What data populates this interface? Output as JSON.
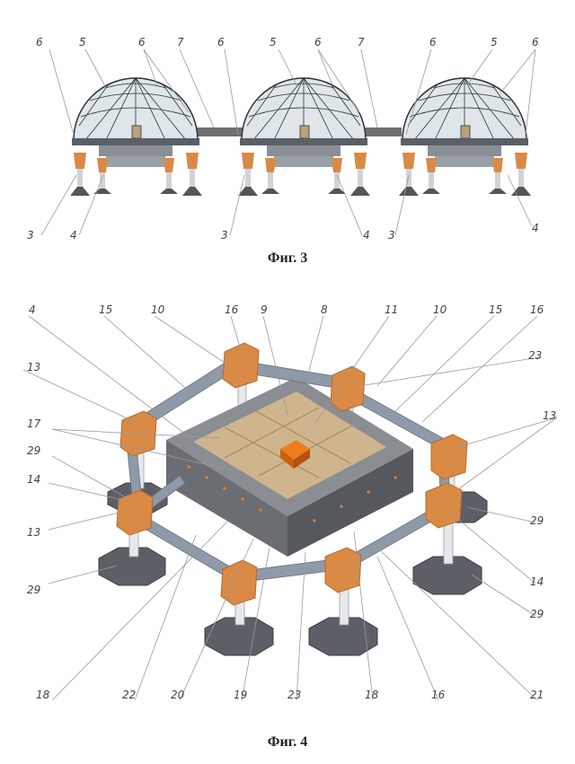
{
  "figure3": {
    "caption": "Фиг. 3",
    "labels_top": [
      "6",
      "5",
      "6",
      "7",
      "6",
      "5",
      "6",
      "7",
      "6",
      "5",
      "6"
    ],
    "labels_bottom": [
      "3",
      "4",
      "3",
      "4",
      "3",
      "4"
    ]
  },
  "figure4": {
    "caption": "Фиг. 4",
    "labels": {
      "top": [
        "4",
        "15",
        "10",
        "16",
        "9",
        "8",
        "11",
        "10",
        "15",
        "16"
      ],
      "left": [
        "13",
        "17",
        "29",
        "14",
        "13",
        "29"
      ],
      "right": [
        "23",
        "13",
        "29",
        "14",
        "29"
      ],
      "bottom": [
        "18",
        "22",
        "20",
        "19",
        "23",
        "18",
        "16",
        "21"
      ]
    }
  },
  "colors": {
    "beam": "#8f9aa8",
    "beam_dark": "#6f7987",
    "bracket": "#d98a45",
    "bracket_dark": "#b8692b",
    "foot": "#5c5f66",
    "tank": "#6a6d72",
    "partition": "#e2c8a0",
    "core": "#ef7d1f",
    "leader": "#9a9a9a",
    "dome_frame": "#2c3036",
    "dome_glass": "#dfe6ea"
  }
}
